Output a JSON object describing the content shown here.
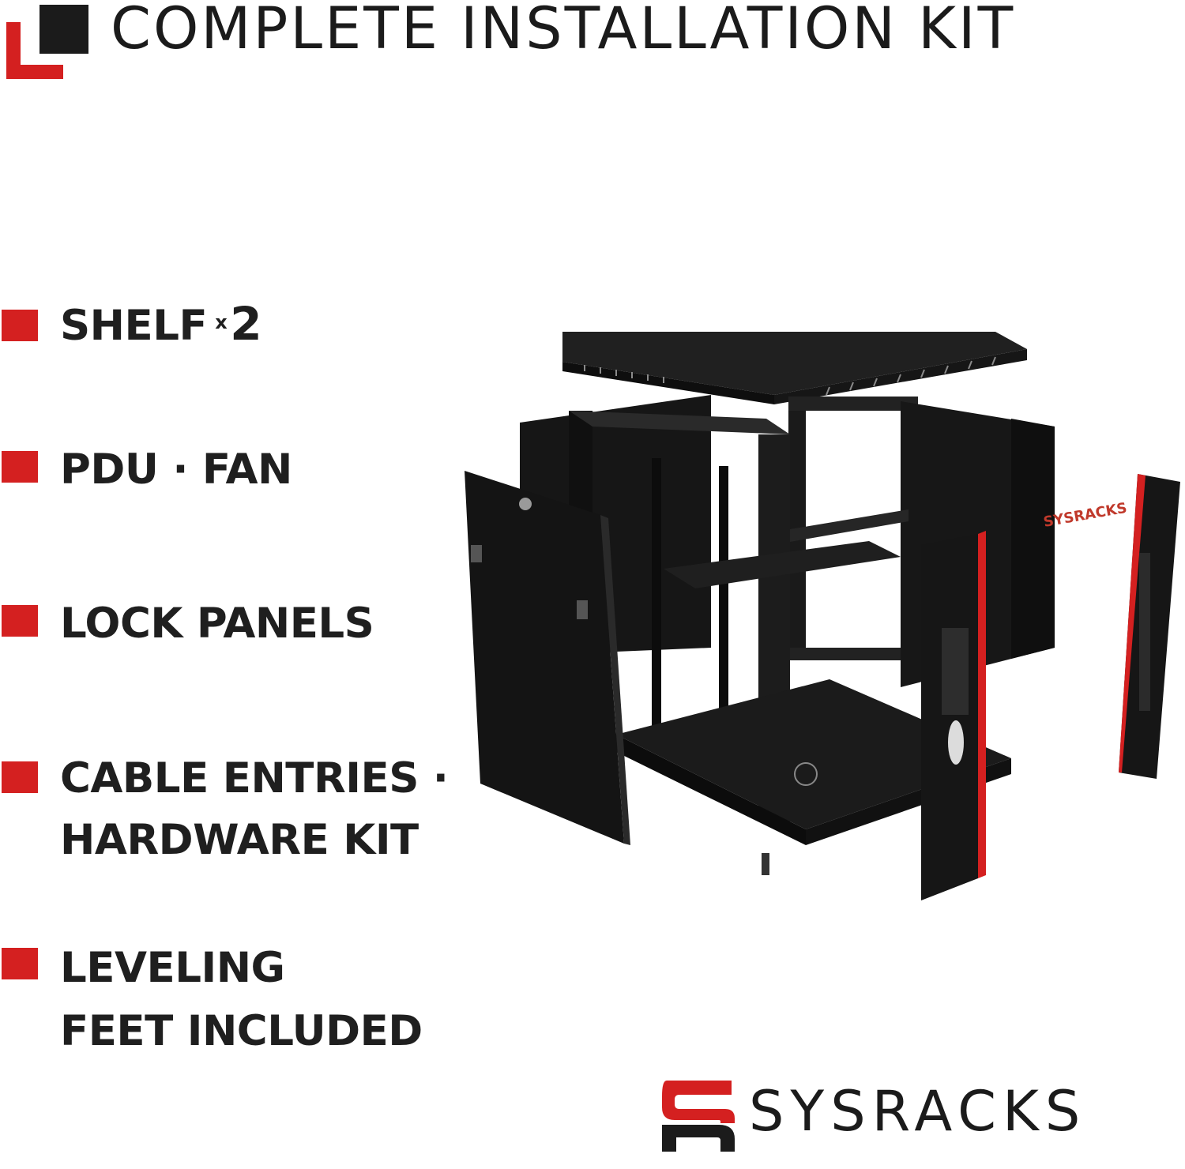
{
  "header": {
    "title": "COMPLETE INSTALLATION KIT"
  },
  "features": [
    {
      "lines": [
        "SHELF"
      ],
      "quantity_prefix": "x",
      "quantity": "2"
    },
    {
      "lines": [
        "PDU · FAN"
      ]
    },
    {
      "lines": [
        "LOCK PANELS"
      ]
    },
    {
      "lines": [
        "CABLE ENTRIES ·",
        "HARDWARE KIT"
      ]
    },
    {
      "lines": [
        "LEVELING",
        "FEET INCLUDED"
      ]
    }
  ],
  "product": {
    "panel_label": "SYSRACKS"
  },
  "brand": {
    "name": "SYSRACKS"
  },
  "colors": {
    "accent": "#d42020",
    "text": "#1b1b1b",
    "cabinet": "#141414",
    "background": "#ffffff"
  }
}
